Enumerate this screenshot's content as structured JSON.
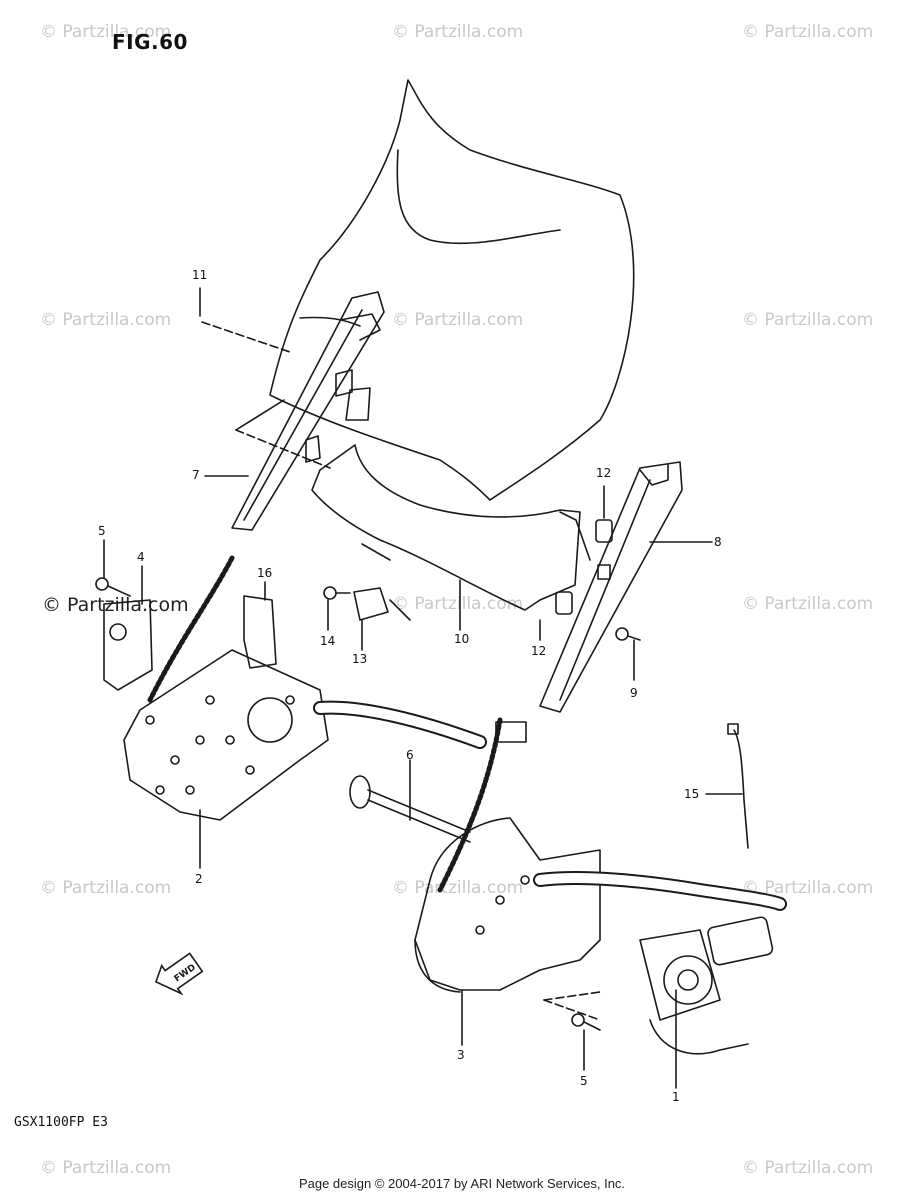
{
  "figure": {
    "title": "FIG.60",
    "model_code": "GSX1100FP E3",
    "fwd_label": "FWD"
  },
  "watermark": {
    "text": "© Partzilla.com",
    "dark_text": "© Partzilla.com"
  },
  "footer": {
    "text": "Page design © 2004-2017 by ARI Network Services, Inc."
  },
  "callouts": [
    "11",
    "7",
    "5",
    "4",
    "16",
    "14",
    "13",
    "10",
    "12",
    "12",
    "8",
    "9",
    "6",
    "15",
    "2",
    "3",
    "5",
    "1"
  ],
  "colors": {
    "line": "#1a1a1a",
    "watermark": "#c9c9c9",
    "background": "#ffffff"
  }
}
